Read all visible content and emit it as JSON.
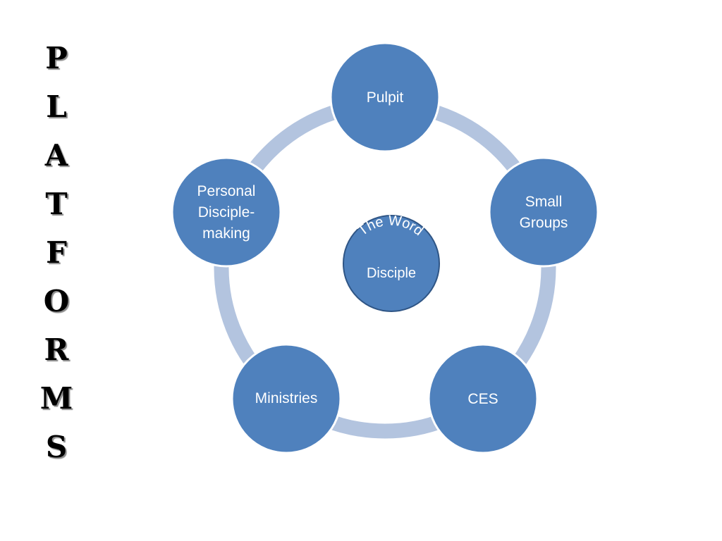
{
  "title": {
    "letters": [
      "P",
      "L",
      "A",
      "T",
      "F",
      "O",
      "R",
      "M",
      "S"
    ]
  },
  "diagram": {
    "center": {
      "arc_text": "The Word",
      "label": "Disciple"
    },
    "nodes": [
      {
        "id": "pulpit",
        "lines": [
          "Pulpit"
        ]
      },
      {
        "id": "small-groups",
        "lines": [
          "Small",
          "Groups"
        ]
      },
      {
        "id": "ces",
        "lines": [
          "CES"
        ]
      },
      {
        "id": "ministries",
        "lines": [
          "Ministries"
        ]
      },
      {
        "id": "personal-disciple-making",
        "lines": [
          "Personal",
          "Disciple-",
          "making"
        ]
      }
    ]
  },
  "colors": {
    "node_fill": "#4f81bd",
    "node_stroke": "#ffffff",
    "ring": "#b3c4df",
    "center_stroke": "#2f5585"
  }
}
